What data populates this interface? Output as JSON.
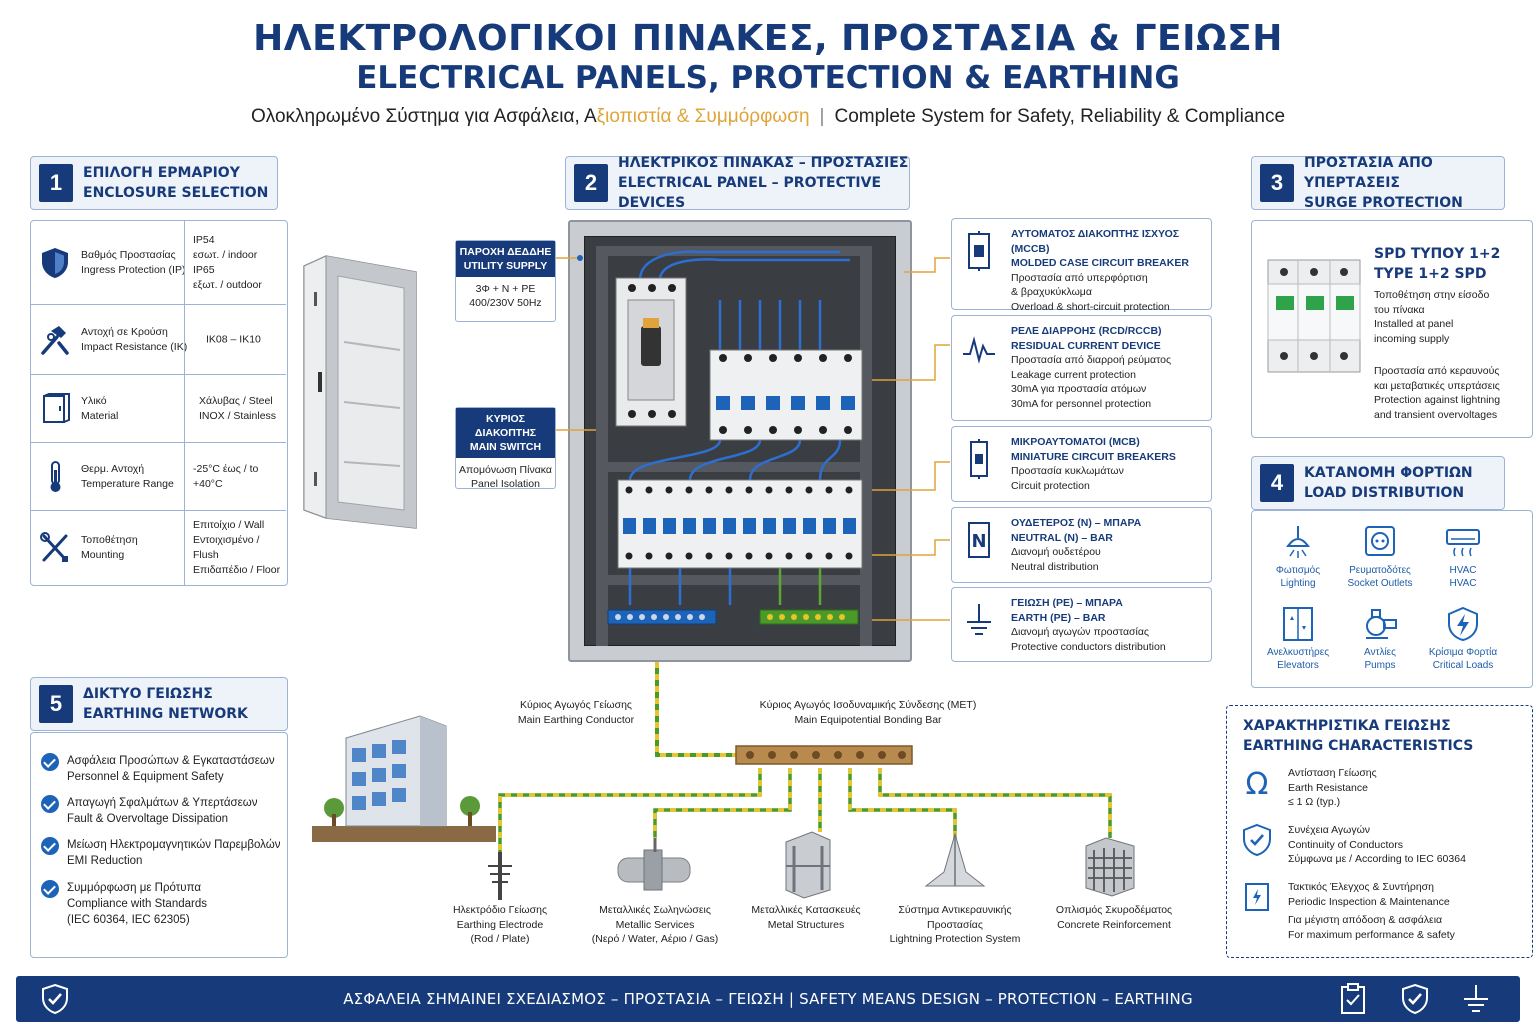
{
  "header": {
    "title_gr": "ΗΛΕΚΤΡΟΛΟΓΙΚΟΙ ΠΙΝΑΚΕΣ, ΠΡΟΣΤΑΣΙΑ & ΓΕΙΩΣΗ",
    "title_en": "ELECTRICAL PANELS, PROTECTION & EARTHING",
    "subtitle_gr_a": "Ολοκληρωμένο Σύστημα για Ασφάλεια, Α",
    "subtitle_gr_b": "ξιοπιστία & Συμμόρφωση",
    "subtitle_sep": "|",
    "subtitle_en": "Complete System for Safety, Reliability & Compliance"
  },
  "sections": {
    "s1": {
      "num": "1",
      "gr": "ΕΠΙΛΟΓΗ ΕΡΜΑΡΙΟΥ",
      "en": "ENCLOSURE SELECTION"
    },
    "s2": {
      "num": "2",
      "gr": "ΗΛΕΚΤΡΙΚΟΣ ΠΙΝΑΚΑΣ – ΠΡΟΣΤΑΣΙΕΣ",
      "en": "ELECTRICAL PANEL – PROTECTIVE DEVICES"
    },
    "s3": {
      "num": "3",
      "gr": "ΠΡΟΣΤΑΣΙΑ ΑΠΟ ΥΠΕΡΤΑΣΕΙΣ",
      "en": "SURGE PROTECTION"
    },
    "s4": {
      "num": "4",
      "gr": "ΚΑΤΑΝΟΜΗ ΦΟΡΤΙΩΝ",
      "en": "LOAD DISTRIBUTION"
    },
    "s5": {
      "num": "5",
      "gr": "ΔΙΚΤΥΟ ΓΕΙΩΣΗΣ",
      "en": "EARTHING NETWORK"
    }
  },
  "enclosure": {
    "rows": [
      {
        "icon": "shield-icon",
        "label_gr": "Βαθμός Προστασίας",
        "label_en": "Ingress Protection (IP)",
        "v1": "IP54",
        "v2": "εσωτ. / indoor",
        "v3": "IP65",
        "v4": "εξωτ. / outdoor"
      },
      {
        "icon": "hammer-icon",
        "label_gr": "Αντοχή σε Κρούση",
        "label_en": "Impact Resistance (IK)",
        "v1": "IK08 – IK10"
      },
      {
        "icon": "cabinet-icon",
        "label_gr": "Υλικό",
        "label_en": "Material",
        "v1": "Χάλυβας / Steel",
        "v2": "INOX / Stainless"
      },
      {
        "icon": "thermometer-icon",
        "label_gr": "Θερμ. Αντοχή",
        "label_en": "Temperature Range",
        "v1": "-25°C έως / to +40°C"
      },
      {
        "icon": "tools-icon",
        "label_gr": "Τοποθέτηση",
        "label_en": "Mounting",
        "v1": "Επιτοίχιο / Wall",
        "v2": "Εντοιχισμένο / Flush",
        "v3": "Επιδαπέδιο / Floor"
      }
    ]
  },
  "panel": {
    "supply": {
      "h1": "ΠΑΡΟΧΗ ΔΕΔΔΗΕ",
      "h2": "UTILITY SUPPLY",
      "b1": "3Φ + N + PE",
      "b2": "400/230V 50Hz"
    },
    "main_switch": {
      "h1": "ΚΥΡΙΟΣ ΔΙΑΚΟΠΤΗΣ",
      "h2": "MAIN SWITCH",
      "b1": "Απομόνωση Πίνακα",
      "b2": "Panel Isolation"
    }
  },
  "devices": [
    {
      "icon": "mccb-icon",
      "gr": "ΑΥΤΟΜΑΤΟΣ ΔΙΑΚΟΠΤΗΣ ΙΣΧΥΟΣ (MCCB)",
      "en": "MOLDED CASE CIRCUIT BREAKER",
      "d1": "Προστασία από υπερφόρτιση",
      "d2": "& βραχυκύκλωμα",
      "d3": "Overload & short-circuit protection"
    },
    {
      "icon": "leakage-wave-icon",
      "gr": "ΡΕΛΕ ΔΙΑΡΡΟΗΣ (RCD/RCCB)",
      "en": "RESIDUAL CURRENT DEVICE",
      "d1": "Προστασία από διαρροή ρεύματος",
      "d2": "Leakage current protection",
      "d3": "30mA για προστασία ατόμων",
      "d4": "30mA for personnel protection"
    },
    {
      "icon": "mcb-icon",
      "gr": "ΜΙΚΡΟΑΥΤΟΜΑΤΟΙ (MCB)",
      "en": "MINIATURE CIRCUIT BREAKERS",
      "d1": "Προστασία κυκλωμάτων",
      "d2": "Circuit protection"
    },
    {
      "icon": "neutral-bar-icon",
      "gr": "ΟΥΔΕΤΕΡΟΣ (N) – ΜΠΑΡΑ",
      "en": "NEUTRAL (N) – BAR",
      "d1": "Διανομή ουδετέρου",
      "d2": "Neutral distribution"
    },
    {
      "icon": "earth-symbol-icon",
      "gr": "ΓΕΙΩΣΗ (PE) – ΜΠΑΡΑ",
      "en": "EARTH (PE) – BAR",
      "d1": "Διανομή αγωγών προστασίας",
      "d2": "Protective conductors distribution"
    }
  ],
  "surge": {
    "title_gr": "SPD ΤΥΠΟΥ 1+2",
    "title_en": "TYPE 1+2 SPD",
    "t1": "Τοποθέτηση στην είσοδο",
    "t2": "του πίνακα",
    "t3": "Installed at panel",
    "t4": "incoming supply",
    "t5": "Προστασία από κεραυνούς",
    "t6": "και μεταβατικές υπερτάσεις",
    "t7": "Protection against lightning",
    "t8": "and transient overvoltages"
  },
  "loads": [
    {
      "icon": "lighting-icon",
      "gr": "Φωτισμός",
      "en": "Lighting"
    },
    {
      "icon": "socket-icon",
      "gr": "Ρευματοδότες",
      "en": "Socket Outlets"
    },
    {
      "icon": "hvac-icon",
      "gr": "HVAC",
      "en": "HVAC"
    },
    {
      "icon": "elevator-icon",
      "gr": "Ανελκυστήρες",
      "en": "Elevators"
    },
    {
      "icon": "pump-icon",
      "gr": "Αντλίες",
      "en": "Pumps"
    },
    {
      "icon": "critical-load-icon",
      "gr": "Κρίσιμα Φορτία",
      "en": "Critical Loads"
    }
  ],
  "earth_chars": {
    "title_gr": "ΧΑΡΑΚΤΗΡΙΣΤΙΚΑ ΓΕΙΩΣΗΣ",
    "title_en": "EARTHING CHARACTERISTICS",
    "items": [
      {
        "icon": "omega-icon",
        "l1": "Αντίσταση Γείωσης",
        "l2": "Earth Resistance",
        "l3": "≤ 1 Ω (typ.)"
      },
      {
        "icon": "shield-check-icon",
        "l1": "Συνέχεια Αγωγών",
        "l2": "Continuity of Conductors",
        "l3": "Σύμφωνα με / According to IEC 60364"
      },
      {
        "icon": "inspection-icon",
        "l1": "Τακτικός Έλεγχος & Συντήρηση",
        "l2": "Periodic Inspection & Maintenance",
        "l3": "Για μέγιστη απόδοση & ασφάλεια",
        "l4": "For maximum performance & safety"
      }
    ]
  },
  "earth_list": [
    {
      "gr": "Ασφάλεια Προσώπων & Εγκαταστάσεων",
      "en": "Personnel & Equipment Safety"
    },
    {
      "gr": "Απαγωγή Σφαλμάτων & Υπερτάσεων",
      "en": "Fault & Overvoltage Dissipation"
    },
    {
      "gr": "Μείωση Ηλεκτρομαγνητικών Παρεμβολών",
      "en": "EMI Reduction"
    },
    {
      "gr": "Συμμόρφωση με Πρότυπα",
      "en": "Compliance with Standards",
      "en2": "(IEC 60364, IEC 62305)"
    }
  ],
  "network": {
    "main_conductor_gr": "Κύριος Αγωγός Γείωσης",
    "main_conductor_en": "Main Earthing Conductor",
    "met_gr": "Κύριος Αγωγός Ισοδυναμικής Σύνδεσης (MET)",
    "met_en": "Main Equipotential Bonding Bar",
    "nodes": [
      {
        "gr": "Ηλεκτρόδιο Γείωσης",
        "en": "Earthing Electrode",
        "en2": "(Rod / Plate)"
      },
      {
        "gr": "Μεταλλικές Σωληνώσεις",
        "en": "Metallic Services",
        "en2": "(Νερό / Water, Αέριο / Gas)"
      },
      {
        "gr": "Μεταλλικές Κατασκευές",
        "en": "Metal Structures"
      },
      {
        "gr": "Σύστημα Αντικεραυνικής",
        "gr2": "Προστασίας",
        "en": "Lightning Protection System"
      },
      {
        "gr": "Οπλισμός Σκυροδέματος",
        "en": "Concrete Reinforcement"
      }
    ]
  },
  "footer": {
    "text": "ΑΣΦΑΛΕΙΑ ΣΗΜΑΙΝΕΙ ΣΧΕΔΙΑΣΜΟΣ – ΠΡΟΣΤΑΣΙΑ – ΓΕΙΩΣΗ  |  SAFETY MEANS DESIGN – PROTECTION – EARTHING"
  },
  "colors": {
    "brand_navy": "#173b7a",
    "accent_gold": "#e0a43a",
    "earth_green": "#4a9a2a",
    "earth_yellow": "#e8c52a",
    "breaker_blue": "#1d63b8"
  }
}
